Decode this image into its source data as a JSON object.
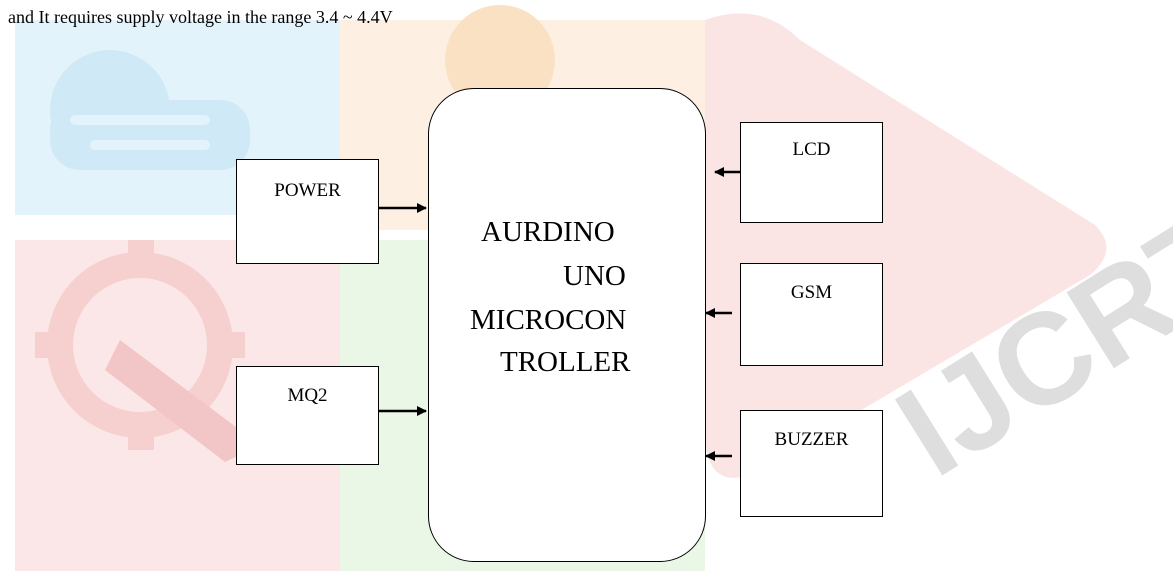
{
  "intro_text": "and It requires supply voltage in the range 3.4 ~ 4.4V",
  "watermark": {
    "text": "IJCRT"
  },
  "blocks": {
    "power": "POWER",
    "mq2": "MQ2",
    "lcd": "LCD",
    "gsm": "GSM",
    "buzzer": "BUZZER"
  },
  "microcontroller": {
    "lines": [
      "AURDINO",
      "UNO",
      "MICROCON",
      "TROLLER"
    ]
  },
  "colors": {
    "watermark_blue": "#dff1fb",
    "watermark_orange": "#fdeedd",
    "watermark_green": "#e8f5e4",
    "watermark_red": "#fbe1e1",
    "watermark_pink": "#f8dcdc",
    "watermark_text": "#dcdcdc"
  }
}
